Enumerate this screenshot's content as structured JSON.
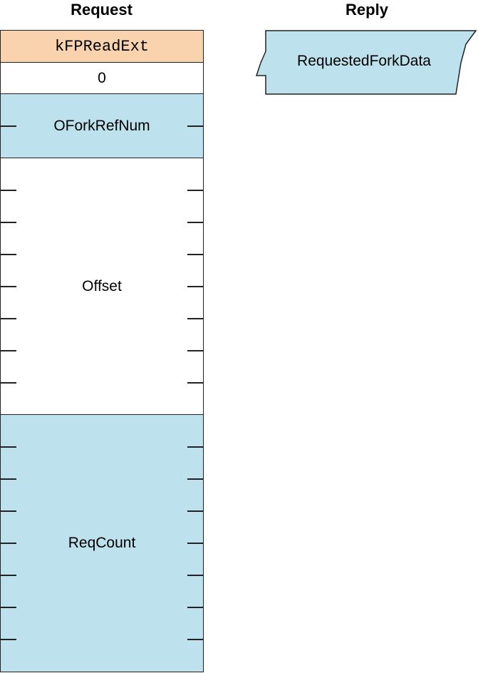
{
  "request": {
    "header": "Request",
    "fields": [
      {
        "id": "f-command",
        "label": "kFPReadExt",
        "color": "#f9d3ad",
        "mono": true,
        "bytes": 1
      },
      {
        "id": "f-pad",
        "label": "0",
        "color": "#ffffff",
        "mono": false,
        "bytes": 1
      },
      {
        "id": "f-ofork",
        "label": "OForkRefNum",
        "color": "#bee2ed",
        "mono": false,
        "bytes": 2
      },
      {
        "id": "f-offset",
        "label": "Offset",
        "color": "#ffffff",
        "mono": false,
        "bytes": 8
      },
      {
        "id": "f-reqcount",
        "label": "ReqCount",
        "color": "#bee2ed",
        "mono": false,
        "bytes": 8
      }
    ]
  },
  "reply": {
    "header": "Reply",
    "fields": [
      {
        "label": "RequestedForkData",
        "color": "#bee2ed"
      }
    ]
  }
}
